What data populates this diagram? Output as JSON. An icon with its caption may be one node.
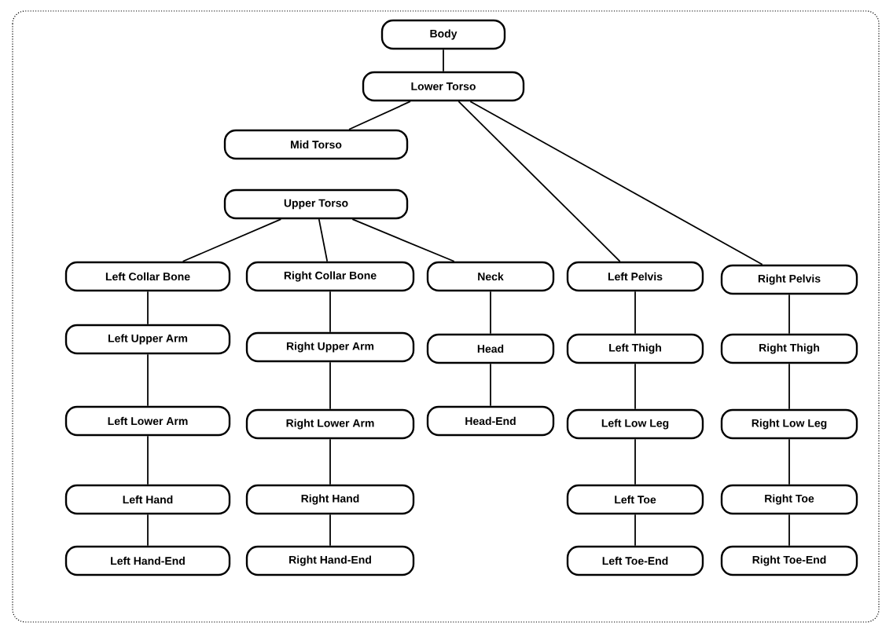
{
  "diagram": {
    "nodes": [
      {
        "text": [
          "Body"
        ]
      },
      {
        "text": [
          "Lower Torso"
        ]
      },
      {
        "text": [
          "Mid Torso"
        ]
      },
      {
        "text": [
          "Upper Torso"
        ]
      },
      {
        "text": [
          "Left Collar Bone"
        ]
      },
      {
        "text": [
          "Left Upper Arm"
        ]
      },
      {
        "text": [
          "Left Lower Arm"
        ]
      },
      {
        "text": [
          "Left Hand"
        ]
      },
      {
        "text": [
          "Left Hand-End"
        ]
      },
      {
        "text": [
          "Right Collar Bone"
        ]
      },
      {
        "text": [
          "Right Upper Arm"
        ]
      },
      {
        "text": [
          "Right Lower Arm"
        ]
      },
      {
        "text": [
          "Right Hand"
        ]
      },
      {
        "text": [
          "Right Hand-End"
        ]
      },
      {
        "text": [
          "Neck"
        ]
      },
      {
        "text": [
          "Head"
        ]
      },
      {
        "text": [
          "Head-End"
        ]
      },
      {
        "text": [
          "Left Pelvis"
        ]
      },
      {
        "text": [
          "Left Thigh"
        ]
      },
      {
        "text": [
          "Left Low Leg"
        ]
      },
      {
        "text": [
          "Left Toe"
        ]
      },
      {
        "text": [
          "Left Toe-End"
        ]
      },
      {
        "text": [
          "Right Pelvis"
        ]
      },
      {
        "text": [
          "Right Thigh"
        ]
      },
      {
        "text": [
          "Right Low Leg"
        ]
      },
      {
        "text": [
          "Right Toe"
        ]
      },
      {
        "text": [
          "Right Toe-End"
        ]
      }
    ],
    "edges": [
      {
        "from": 0,
        "to": 1,
        "arrow": "none"
      },
      {
        "from": 1,
        "to": 2,
        "arrow": "none"
      },
      {
        "from": 1,
        "to": 17,
        "arrow": "none"
      },
      {
        "from": 1,
        "to": 22,
        "arrow": "none"
      },
      {
        "from": 3,
        "to": 4,
        "arrow": "none"
      },
      {
        "from": 3,
        "to": 9,
        "arrow": "none"
      },
      {
        "from": 3,
        "to": 14,
        "arrow": "none"
      },
      {
        "from": 4,
        "to": 5,
        "arrow": "none"
      },
      {
        "from": 5,
        "to": 6,
        "arrow": "none"
      },
      {
        "from": 6,
        "to": 7,
        "arrow": "none"
      },
      {
        "from": 7,
        "to": 8,
        "arrow": "none"
      },
      {
        "from": 9,
        "to": 10,
        "arrow": "none"
      },
      {
        "from": 10,
        "to": 11,
        "arrow": "none"
      },
      {
        "from": 11,
        "to": 12,
        "arrow": "none"
      },
      {
        "from": 12,
        "to": 13,
        "arrow": "none"
      },
      {
        "from": 14,
        "to": 15,
        "arrow": "none"
      },
      {
        "from": 15,
        "to": 16,
        "arrow": "none"
      },
      {
        "from": 17,
        "to": 18,
        "arrow": "none"
      },
      {
        "from": 18,
        "to": 19,
        "arrow": "none"
      },
      {
        "from": 19,
        "to": 20,
        "arrow": "none"
      },
      {
        "from": 20,
        "to": 21,
        "arrow": "none"
      },
      {
        "from": 22,
        "to": 23,
        "arrow": "none"
      },
      {
        "from": 23,
        "to": 24,
        "arrow": "none"
      },
      {
        "from": 24,
        "to": 25,
        "arrow": "none"
      },
      {
        "from": 25,
        "to": 26,
        "arrow": "none"
      }
    ]
  }
}
